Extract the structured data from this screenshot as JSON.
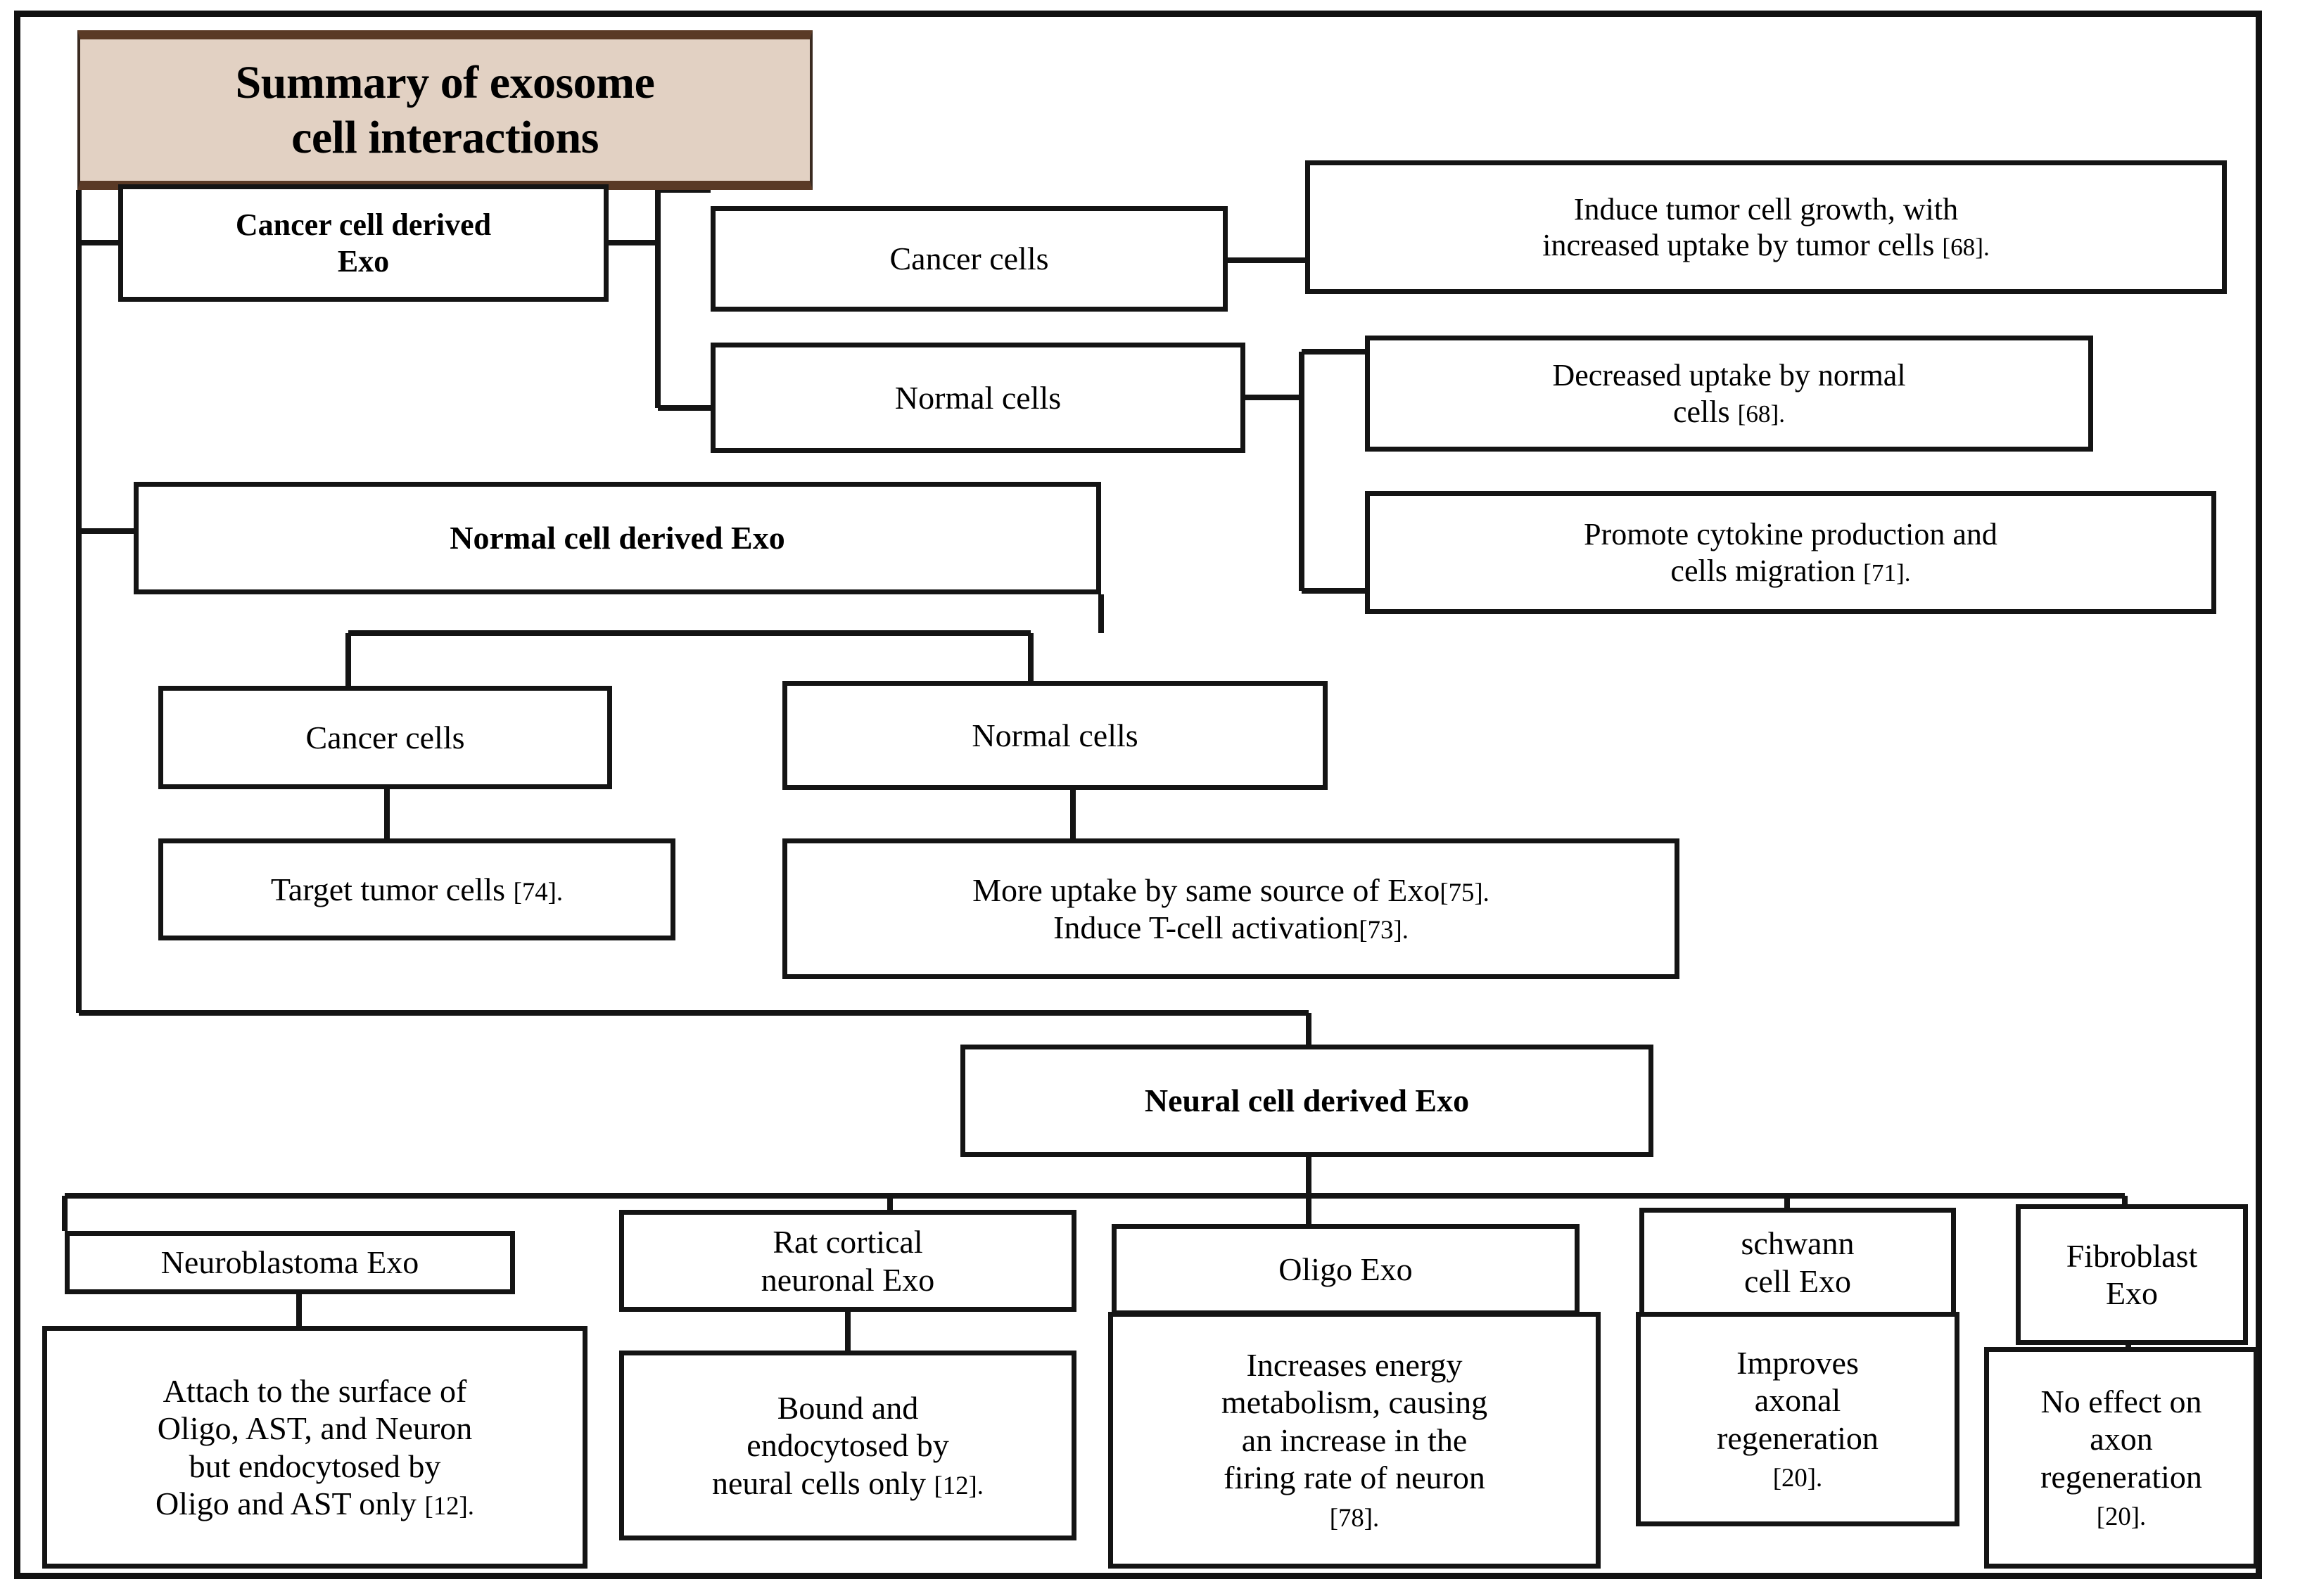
{
  "figure": {
    "title": "Summary of exosome cell interactions",
    "title_line1": "Summary of exosome",
    "title_line2": "cell interactions",
    "accent_fill": "#E2D1C3",
    "accent_border": "#5A3A26",
    "line_color": "#141414",
    "background": "#FFFFFF"
  },
  "nodes": {
    "cancer_exo": "Cancer cell derived Exo",
    "cancer_exo_l1": "Cancer cell derived",
    "cancer_exo_l2": "Exo",
    "cancer_cells_top": "Cancer cells",
    "normal_cells_top": "Normal cells",
    "induce_tumor_growth_l1": "Induce tumor cell  growth, with",
    "induce_tumor_growth_l2": "increased uptake by tumor cells",
    "induce_tumor_growth_cite": "[68].",
    "decreased_uptake_l1": "Decreased uptake by normal",
    "decreased_uptake_l2": "cells",
    "decreased_uptake_cite": "[68].",
    "promote_cytokine_l1": "Promote cytokine production and",
    "promote_cytokine_l2": "cells migration",
    "promote_cytokine_cite": "[71].",
    "normal_exo": "Normal cell derived Exo",
    "cancer_cells_mid": "Cancer cells",
    "normal_cells_mid": "Normal cells",
    "target_tumor_cells": "Target tumor cells",
    "target_tumor_cells_cite": "[74].",
    "more_uptake_l1": "More uptake by same source of Exo",
    "more_uptake_l1_cite": "[75].",
    "more_uptake_l2": "Induce T-cell  activation",
    "more_uptake_l2_cite": "[73].",
    "neural_exo": "Neural cell derived Exo",
    "neuroblastoma_exo": "Neuroblastoma Exo",
    "neuroblastoma_desc_l1": "Attach to the surface of",
    "neuroblastoma_desc_l2": "Oligo, AST, and Neuron",
    "neuroblastoma_desc_l3": "but endocytosed by",
    "neuroblastoma_desc_l4": "Oligo and AST only",
    "neuroblastoma_desc_cite": "[12].",
    "rat_cortical_l1": "Rat cortical",
    "rat_cortical_l2": "neuronal Exo",
    "rat_desc_l1": "Bound and",
    "rat_desc_l2": "endocytosed by",
    "rat_desc_l3": "neural cells only",
    "rat_desc_cite": "[12].",
    "oligo_exo": "Oligo Exo",
    "oligo_desc_l1": "Increases energy",
    "oligo_desc_l2": "metabolism, causing",
    "oligo_desc_l3": "an increase in the",
    "oligo_desc_l4": "firing rate of neuron",
    "oligo_desc_cite": "[78].",
    "schwann_l1": "schwann",
    "schwann_l2": "cell Exo",
    "schwann_desc_l1": "Improves",
    "schwann_desc_l2": "axonal",
    "schwann_desc_l3": "regeneration",
    "schwann_desc_cite": "[20].",
    "fibroblast_l1": "Fibroblast",
    "fibroblast_l2": "Exo",
    "fibroblast_desc_l1": "No effect on",
    "fibroblast_desc_l2": "axon",
    "fibroblast_desc_l3": "regeneration",
    "fibroblast_desc_cite": "[20]."
  }
}
